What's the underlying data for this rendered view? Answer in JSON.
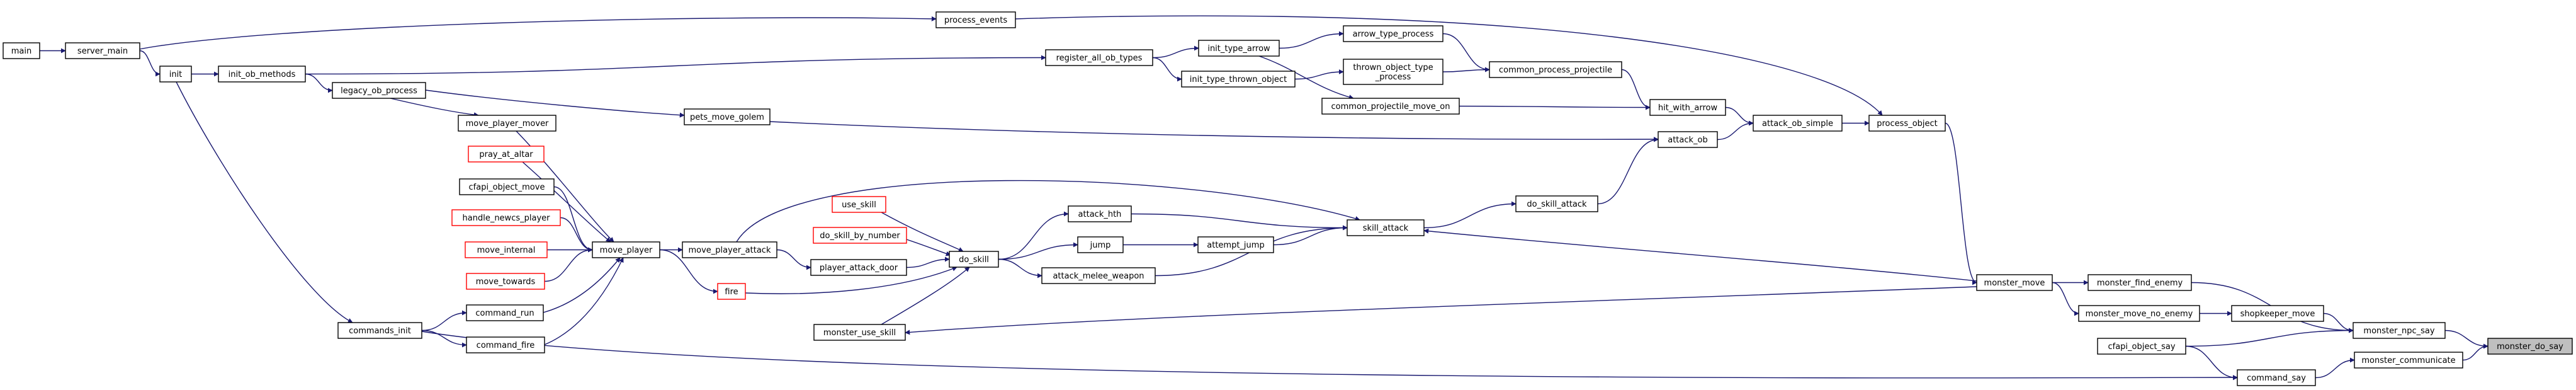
{
  "graph": {
    "edge_color": "#191970",
    "node_border_color": "#000000",
    "missing_node_border_color": "#ff0000",
    "root_node_fill": "#bfbfbf",
    "nodes": [
      {
        "id": "main",
        "lines": [
          "main"
        ],
        "style": "normal"
      },
      {
        "id": "server_main",
        "lines": [
          "server_main"
        ],
        "style": "normal"
      },
      {
        "id": "init",
        "lines": [
          "init"
        ],
        "style": "normal"
      },
      {
        "id": "init_ob_methods",
        "lines": [
          "init_ob_methods"
        ],
        "style": "normal"
      },
      {
        "id": "legacy_ob_process",
        "lines": [
          "legacy_ob_process"
        ],
        "style": "normal"
      },
      {
        "id": "process_events",
        "lines": [
          "process_events"
        ],
        "style": "normal"
      },
      {
        "id": "register_all_ob_types",
        "lines": [
          "register_all_ob_types"
        ],
        "style": "normal"
      },
      {
        "id": "init_type_arrow",
        "lines": [
          "init_type_arrow"
        ],
        "style": "normal"
      },
      {
        "id": "init_type_thrown_object",
        "lines": [
          "init_type_thrown_object"
        ],
        "style": "normal"
      },
      {
        "id": "arrow_type_process",
        "lines": [
          "arrow_type_process"
        ],
        "style": "normal"
      },
      {
        "id": "thrown_object_type_process",
        "lines": [
          "thrown_object_type",
          "_process"
        ],
        "style": "normal"
      },
      {
        "id": "common_projectile_move_on",
        "lines": [
          "common_projectile_move_on"
        ],
        "style": "normal"
      },
      {
        "id": "common_process_projectile",
        "lines": [
          "common_process_projectile"
        ],
        "style": "normal"
      },
      {
        "id": "hit_with_arrow",
        "lines": [
          "hit_with_arrow"
        ],
        "style": "normal"
      },
      {
        "id": "attack_ob_simple",
        "lines": [
          "attack_ob_simple"
        ],
        "style": "normal"
      },
      {
        "id": "process_object",
        "lines": [
          "process_object"
        ],
        "style": "normal"
      },
      {
        "id": "pets_move_golem",
        "lines": [
          "pets_move_golem"
        ],
        "style": "normal"
      },
      {
        "id": "attack_ob",
        "lines": [
          "attack_ob"
        ],
        "style": "normal"
      },
      {
        "id": "move_player_mover",
        "lines": [
          "move_player_mover"
        ],
        "style": "normal"
      },
      {
        "id": "pray_at_altar",
        "lines": [
          "pray_at_altar"
        ],
        "style": "missing"
      },
      {
        "id": "cfapi_object_move",
        "lines": [
          "cfapi_object_move"
        ],
        "style": "normal"
      },
      {
        "id": "handle_newcs_player",
        "lines": [
          "handle_newcs_player"
        ],
        "style": "missing"
      },
      {
        "id": "move_internal",
        "lines": [
          "move_internal"
        ],
        "style": "missing"
      },
      {
        "id": "move_towards",
        "lines": [
          "move_towards"
        ],
        "style": "missing"
      },
      {
        "id": "command_run",
        "lines": [
          "command_run"
        ],
        "style": "normal"
      },
      {
        "id": "commands_init",
        "lines": [
          "commands_init"
        ],
        "style": "normal"
      },
      {
        "id": "command_fire",
        "lines": [
          "command_fire"
        ],
        "style": "normal"
      },
      {
        "id": "move_player",
        "lines": [
          "move_player"
        ],
        "style": "normal"
      },
      {
        "id": "move_player_attack",
        "lines": [
          "move_player_attack"
        ],
        "style": "normal"
      },
      {
        "id": "fire",
        "lines": [
          "fire"
        ],
        "style": "missing"
      },
      {
        "id": "use_skill",
        "lines": [
          "use_skill"
        ],
        "style": "missing"
      },
      {
        "id": "do_skill_by_number",
        "lines": [
          "do_skill_by_number"
        ],
        "style": "missing"
      },
      {
        "id": "player_attack_door",
        "lines": [
          "player_attack_door"
        ],
        "style": "normal"
      },
      {
        "id": "monster_use_skill",
        "lines": [
          "monster_use_skill"
        ],
        "style": "normal"
      },
      {
        "id": "do_skill",
        "lines": [
          "do_skill"
        ],
        "style": "normal"
      },
      {
        "id": "attack_hth",
        "lines": [
          "attack_hth"
        ],
        "style": "normal"
      },
      {
        "id": "jump",
        "lines": [
          "jump"
        ],
        "style": "normal"
      },
      {
        "id": "attempt_jump",
        "lines": [
          "attempt_jump"
        ],
        "style": "normal"
      },
      {
        "id": "attack_melee_weapon",
        "lines": [
          "attack_melee_weapon"
        ],
        "style": "normal"
      },
      {
        "id": "skill_attack",
        "lines": [
          "skill_attack"
        ],
        "style": "normal"
      },
      {
        "id": "do_skill_attack",
        "lines": [
          "do_skill_attack"
        ],
        "style": "normal"
      },
      {
        "id": "monster_move",
        "lines": [
          "monster_move"
        ],
        "style": "normal"
      },
      {
        "id": "monster_find_enemy",
        "lines": [
          "monster_find_enemy"
        ],
        "style": "normal"
      },
      {
        "id": "monster_move_no_enemy",
        "lines": [
          "monster_move_no_enemy"
        ],
        "style": "normal"
      },
      {
        "id": "shopkeeper_move",
        "lines": [
          "shopkeeper_move"
        ],
        "style": "normal"
      },
      {
        "id": "cfapi_object_say",
        "lines": [
          "cfapi_object_say"
        ],
        "style": "normal"
      },
      {
        "id": "command_say",
        "lines": [
          "command_say"
        ],
        "style": "normal"
      },
      {
        "id": "monster_npc_say",
        "lines": [
          "monster_npc_say"
        ],
        "style": "normal"
      },
      {
        "id": "monster_communicate",
        "lines": [
          "monster_communicate"
        ],
        "style": "normal"
      },
      {
        "id": "monster_do_say",
        "lines": [
          "monster_do_say"
        ],
        "style": "root"
      }
    ],
    "edges": [
      {
        "from": "main",
        "to": "server_main"
      },
      {
        "from": "server_main",
        "to": "process_events"
      },
      {
        "from": "server_main",
        "to": "init"
      },
      {
        "from": "init",
        "to": "init_ob_methods"
      },
      {
        "from": "init",
        "to": "commands_init"
      },
      {
        "from": "init_ob_methods",
        "to": "register_all_ob_types"
      },
      {
        "from": "init_ob_methods",
        "to": "legacy_ob_process"
      },
      {
        "from": "legacy_ob_process",
        "to": "pets_move_golem"
      },
      {
        "from": "legacy_ob_process",
        "to": "move_player_mover"
      },
      {
        "from": "process_events",
        "to": "process_object"
      },
      {
        "from": "register_all_ob_types",
        "to": "init_type_arrow"
      },
      {
        "from": "register_all_ob_types",
        "to": "init_type_thrown_object"
      },
      {
        "from": "init_type_arrow",
        "to": "arrow_type_process"
      },
      {
        "from": "init_type_arrow",
        "to": "common_projectile_move_on"
      },
      {
        "from": "init_type_thrown_object",
        "to": "thrown_object_type_process"
      },
      {
        "from": "arrow_type_process",
        "to": "common_process_projectile"
      },
      {
        "from": "thrown_object_type_process",
        "to": "common_process_projectile"
      },
      {
        "from": "common_process_projectile",
        "to": "hit_with_arrow"
      },
      {
        "from": "common_projectile_move_on",
        "to": "hit_with_arrow"
      },
      {
        "from": "hit_with_arrow",
        "to": "attack_ob_simple"
      },
      {
        "from": "attack_ob_simple",
        "to": "process_object"
      },
      {
        "from": "process_object",
        "to": "monster_move"
      },
      {
        "from": "pets_move_golem",
        "to": "attack_ob"
      },
      {
        "from": "attack_ob",
        "to": "attack_ob_simple"
      },
      {
        "from": "do_skill_attack",
        "to": "attack_ob"
      },
      {
        "from": "move_player_mover",
        "to": "move_player"
      },
      {
        "from": "pray_at_altar",
        "to": "move_player"
      },
      {
        "from": "cfapi_object_move",
        "to": "move_player"
      },
      {
        "from": "handle_newcs_player",
        "to": "move_player"
      },
      {
        "from": "move_internal",
        "to": "move_player"
      },
      {
        "from": "move_towards",
        "to": "move_player"
      },
      {
        "from": "command_run",
        "to": "move_player"
      },
      {
        "from": "command_fire",
        "to": "move_player"
      },
      {
        "from": "commands_init",
        "to": "command_run"
      },
      {
        "from": "commands_init",
        "to": "command_fire"
      },
      {
        "from": "commands_init",
        "to": "command_say"
      },
      {
        "from": "move_player",
        "to": "move_player_attack"
      },
      {
        "from": "move_player",
        "to": "fire"
      },
      {
        "from": "move_player_attack",
        "to": "player_attack_door"
      },
      {
        "from": "move_player_attack",
        "to": "skill_attack"
      },
      {
        "from": "fire",
        "to": "do_skill"
      },
      {
        "from": "use_skill",
        "to": "do_skill"
      },
      {
        "from": "do_skill_by_number",
        "to": "do_skill"
      },
      {
        "from": "player_attack_door",
        "to": "do_skill"
      },
      {
        "from": "monster_use_skill",
        "to": "do_skill"
      },
      {
        "from": "do_skill",
        "to": "attack_hth"
      },
      {
        "from": "do_skill",
        "to": "jump"
      },
      {
        "from": "do_skill",
        "to": "attack_melee_weapon"
      },
      {
        "from": "jump",
        "to": "attempt_jump"
      },
      {
        "from": "attack_hth",
        "to": "skill_attack"
      },
      {
        "from": "attempt_jump",
        "to": "skill_attack"
      },
      {
        "from": "attack_melee_weapon",
        "to": "skill_attack"
      },
      {
        "from": "skill_attack",
        "to": "do_skill_attack"
      },
      {
        "from": "monster_move",
        "to": "skill_attack"
      },
      {
        "from": "monster_move",
        "to": "monster_use_skill"
      },
      {
        "from": "monster_move",
        "to": "monster_find_enemy"
      },
      {
        "from": "monster_move",
        "to": "monster_move_no_enemy"
      },
      {
        "from": "monster_find_enemy",
        "to": "monster_npc_say"
      },
      {
        "from": "monster_move_no_enemy",
        "to": "shopkeeper_move"
      },
      {
        "from": "shopkeeper_move",
        "to": "monster_npc_say"
      },
      {
        "from": "cfapi_object_say",
        "to": "monster_npc_say"
      },
      {
        "from": "cfapi_object_say",
        "to": "command_say"
      },
      {
        "from": "command_say",
        "to": "monster_communicate"
      },
      {
        "from": "monster_npc_say",
        "to": "monster_do_say"
      },
      {
        "from": "monster_communicate",
        "to": "monster_do_say"
      }
    ]
  }
}
